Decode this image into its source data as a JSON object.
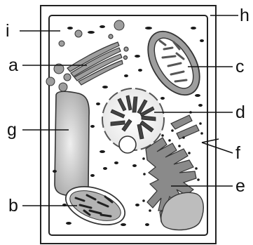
{
  "labels": {
    "a": "a",
    "b": "b",
    "c": "c",
    "d": "d",
    "e": "e",
    "f": "f",
    "g": "g",
    "h": "h",
    "i": "i"
  },
  "colors": {
    "outline": "#222222",
    "organelle_fill": "#9e9e9e",
    "vacuole_fill": "#b9b9b9",
    "dots": "#1a1a1a",
    "background": "#ffffff"
  }
}
